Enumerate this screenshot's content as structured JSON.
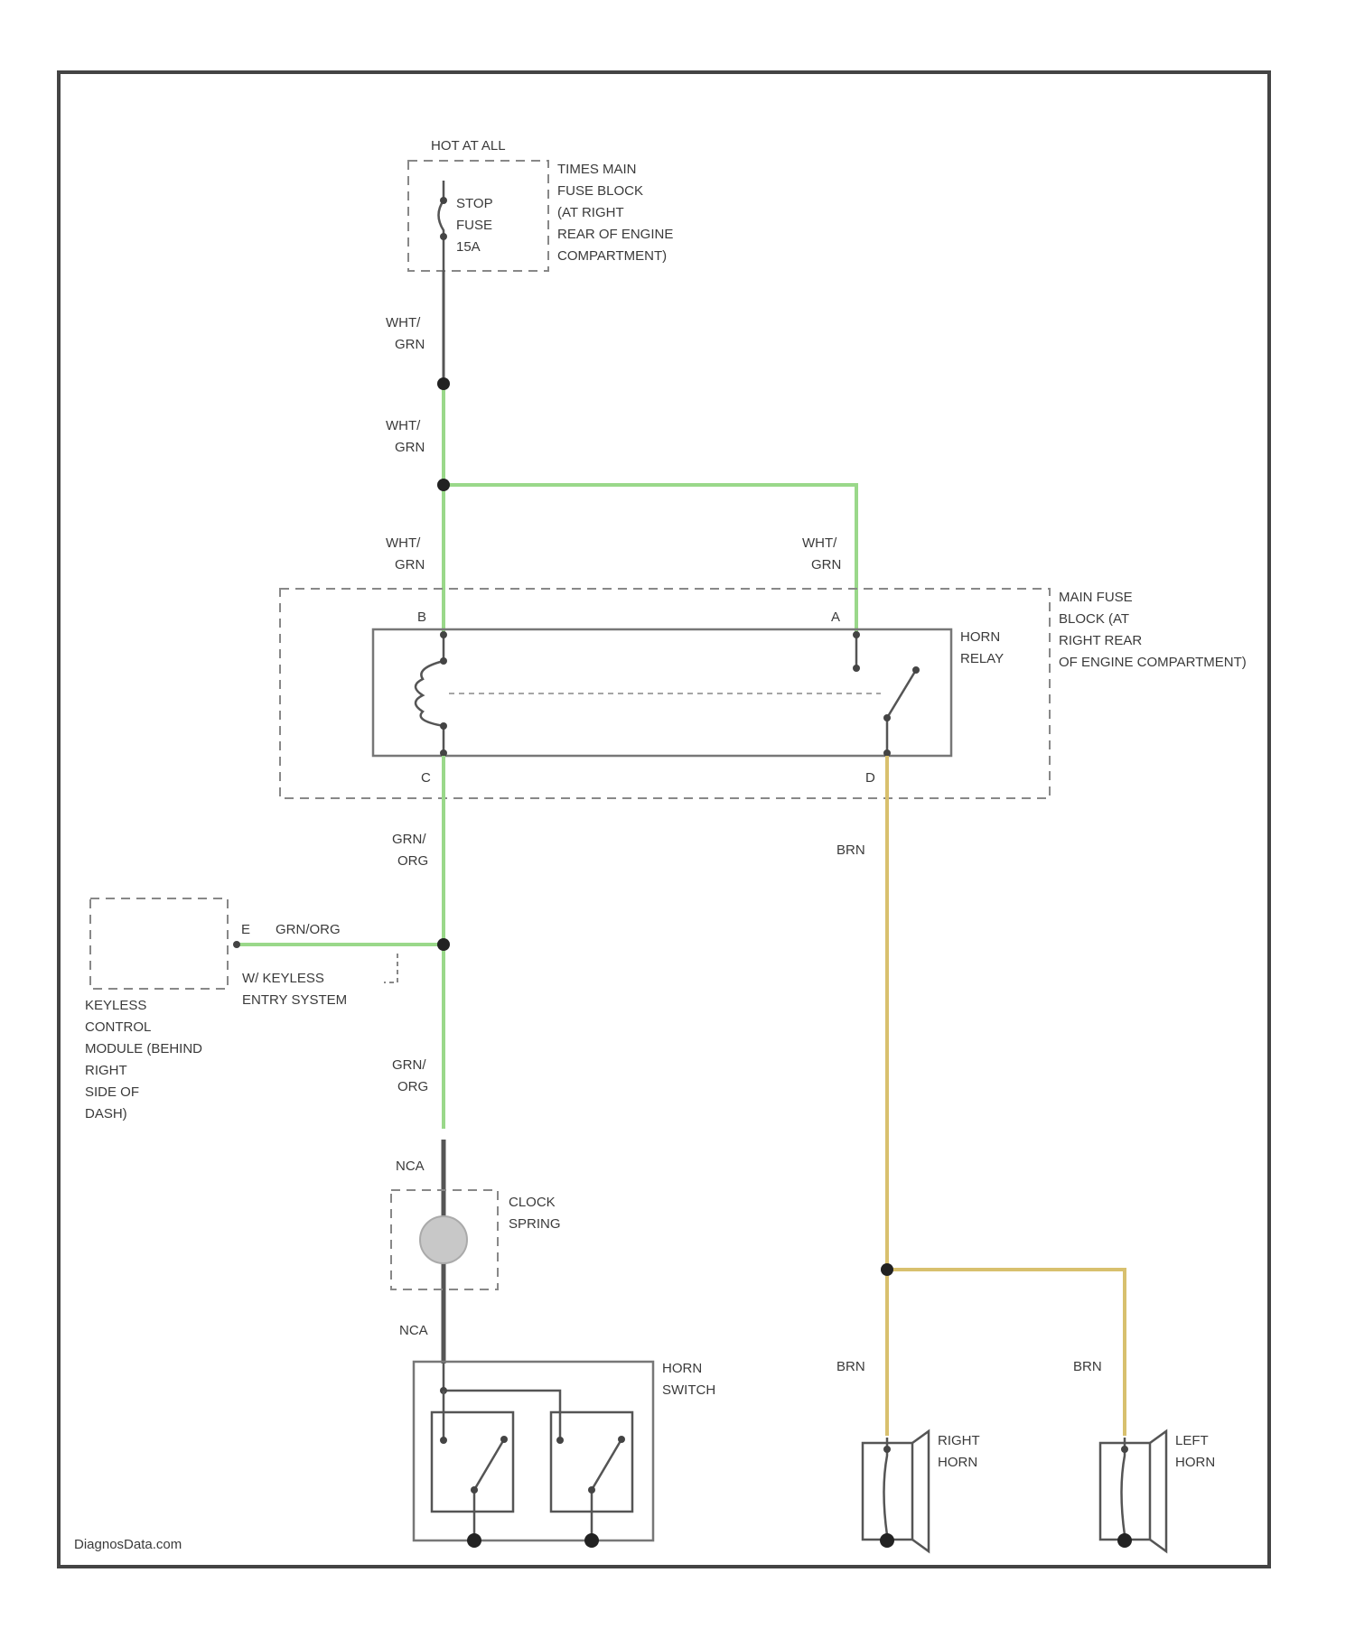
{
  "diagram": {
    "fuse_block_header": "HOT AT ALL",
    "fuse_block_label": [
      "TIMES MAIN",
      "FUSE BLOCK",
      "(AT RIGHT",
      "REAR OF ENGINE",
      "COMPARTMENT)"
    ],
    "fuse_label": [
      "STOP",
      "FUSE",
      "15A"
    ],
    "wire_wht_grn": [
      "WHT/",
      "GRN"
    ],
    "main_fuse_block_label": [
      "MAIN FUSE",
      "BLOCK (AT",
      "RIGHT REAR",
      "OF ENGINE COMPARTMENT)"
    ],
    "horn_relay_label": [
      "HORN",
      "RELAY"
    ],
    "pin_b": "B",
    "pin_a": "A",
    "pin_c": "C",
    "pin_d": "D",
    "wire_grn_org": [
      "GRN/",
      "ORG"
    ],
    "wire_brn": "BRN",
    "keyless_pin": "E",
    "keyless_wire": "GRN/ORG",
    "keyless_note": [
      "W/ KEYLESS",
      "ENTRY SYSTEM"
    ],
    "keyless_module_label": [
      "KEYLESS",
      "CONTROL",
      "MODULE (BEHIND",
      "RIGHT",
      "SIDE OF",
      "DASH)"
    ],
    "wire_nca": "NCA",
    "clock_spring_label": [
      "CLOCK",
      "SPRING"
    ],
    "horn_switch_label": [
      "HORN",
      "SWITCH"
    ],
    "right_horn_label": [
      "RIGHT",
      "HORN"
    ],
    "left_horn_label": [
      "LEFT",
      "HORN"
    ],
    "watermark": "DiagnosData.com",
    "colors": {
      "green_wire": "#9ad88a",
      "yellow_wire": "#d8c06e",
      "frame": "#444444"
    }
  }
}
